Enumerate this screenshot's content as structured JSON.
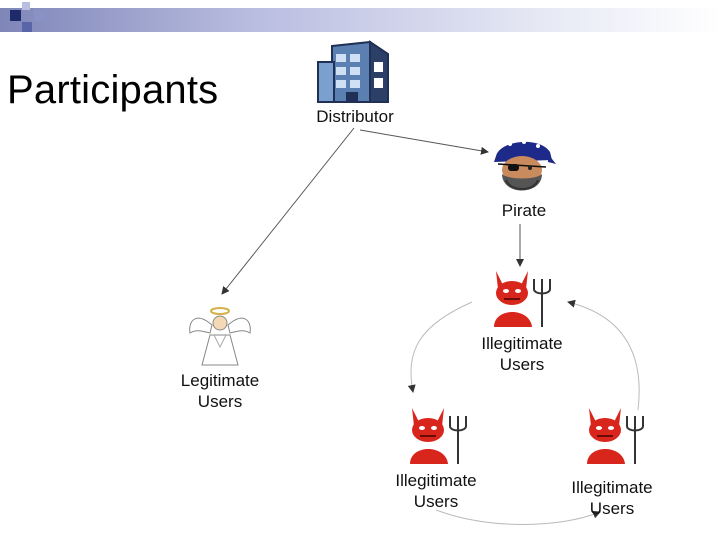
{
  "slide": {
    "title": "Participants"
  },
  "diagram": {
    "nodes": {
      "distributor": {
        "label": "Distributor",
        "icon": "building-icon"
      },
      "pirate": {
        "label": "Pirate",
        "icon": "pirate-face-icon"
      },
      "legit_users": {
        "label_line1": "Legitimate",
        "label_line2": "Users",
        "icon": "angel-icon"
      },
      "illegit_top": {
        "label_line1": "Illegitimate",
        "label_line2": "Users",
        "icon": "devil-icon"
      },
      "illegit_left": {
        "label_line1": "Illegitimate",
        "label_line2": "Users",
        "icon": "devil-icon"
      },
      "illegit_right": {
        "label_line1": "Illegitimate",
        "label_line2": "Users",
        "icon": "devil-icon"
      }
    },
    "colors": {
      "accent_band": "#7f86b8",
      "devil_red": "#d9261c",
      "pirate_bandana": "#1e2a8a",
      "building_blue": "#5b7fb0"
    }
  }
}
